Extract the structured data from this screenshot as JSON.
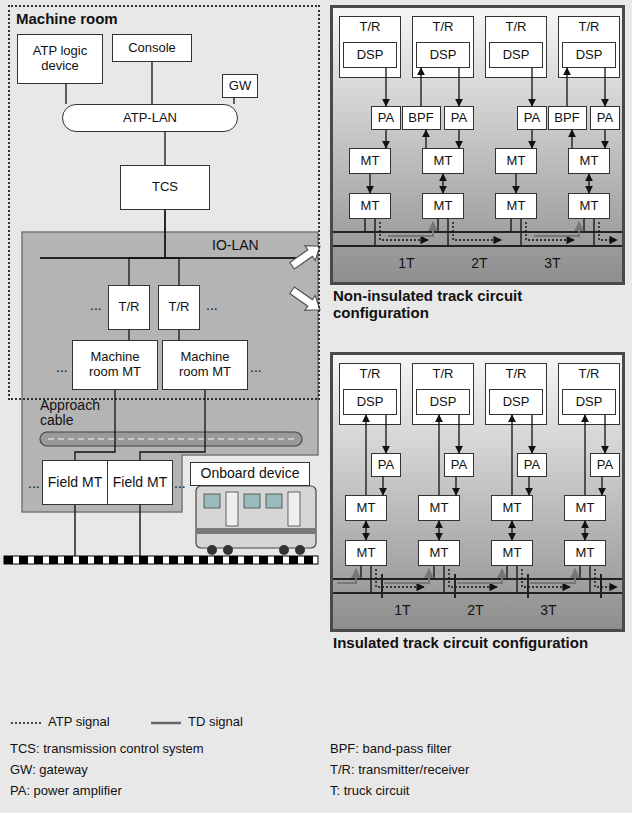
{
  "diagram": {
    "nodes": [
      {
        "text": [
          "Machine room"
        ]
      },
      {
        "text": [
          "ATP logic device"
        ],
        "in": 0
      },
      {
        "text": [
          "Console"
        ],
        "in": 0
      },
      {
        "text": [
          "GW"
        ],
        "in": 0
      },
      {
        "text": [
          "ATP-LAN"
        ],
        "in": 0
      },
      {
        "text": [
          "TCS"
        ],
        "in": 0
      },
      {
        "text": [
          "T/R"
        ],
        "in": 0
      },
      {
        "text": [
          "T/R"
        ],
        "in": 0
      },
      {
        "text": [
          "Machine room MT"
        ],
        "in": 0
      },
      {
        "text": [
          "Machine room MT"
        ],
        "in": 0
      },
      {
        "text": [
          "Field MT"
        ]
      },
      {
        "text": [
          "Field MT"
        ]
      },
      {
        "text": [
          "Onboard device"
        ]
      },
      {
        "text": [
          "Non-insulated track circuit configuration"
        ]
      },
      {
        "text": [
          "T/R"
        ],
        "in": 13
      },
      {
        "text": [
          "DSP"
        ],
        "in": 14
      },
      {
        "text": [
          "T/R"
        ],
        "in": 13
      },
      {
        "text": [
          "DSP"
        ],
        "in": 16
      },
      {
        "text": [
          "T/R"
        ],
        "in": 13
      },
      {
        "text": [
          "DSP"
        ],
        "in": 18
      },
      {
        "text": [
          "T/R"
        ],
        "in": 13
      },
      {
        "text": [
          "DSP"
        ],
        "in": 20
      },
      {
        "text": [
          "PA"
        ],
        "in": 13
      },
      {
        "text": [
          "BPF"
        ],
        "in": 13
      },
      {
        "text": [
          "PA"
        ],
        "in": 13
      },
      {
        "text": [
          "PA"
        ],
        "in": 13
      },
      {
        "text": [
          "BPF"
        ],
        "in": 13
      },
      {
        "text": [
          "PA"
        ],
        "in": 13
      },
      {
        "text": [
          "MT"
        ],
        "in": 13
      },
      {
        "text": [
          "MT"
        ],
        "in": 13
      },
      {
        "text": [
          "MT"
        ],
        "in": 13
      },
      {
        "text": [
          "MT"
        ],
        "in": 13
      },
      {
        "text": [
          "MT"
        ],
        "in": 13
      },
      {
        "text": [
          "MT"
        ],
        "in": 13
      },
      {
        "text": [
          "MT"
        ],
        "in": 13
      },
      {
        "text": [
          "MT"
        ],
        "in": 13
      },
      {
        "text": [
          "Insulated track circuit configuration"
        ]
      },
      {
        "text": [
          "T/R"
        ],
        "in": 36
      },
      {
        "text": [
          "DSP"
        ],
        "in": 37
      },
      {
        "text": [
          "T/R"
        ],
        "in": 36
      },
      {
        "text": [
          "DSP"
        ],
        "in": 39
      },
      {
        "text": [
          "T/R"
        ],
        "in": 36
      },
      {
        "text": [
          "DSP"
        ],
        "in": 41
      },
      {
        "text": [
          "T/R"
        ],
        "in": 36
      },
      {
        "text": [
          "DSP"
        ],
        "in": 43
      },
      {
        "text": [
          "PA"
        ],
        "in": 36
      },
      {
        "text": [
          "PA"
        ],
        "in": 36
      },
      {
        "text": [
          "PA"
        ],
        "in": 36
      },
      {
        "text": [
          "PA"
        ],
        "in": 36
      },
      {
        "text": [
          "MT"
        ],
        "in": 36
      },
      {
        "text": [
          "MT"
        ],
        "in": 36
      },
      {
        "text": [
          "MT"
        ],
        "in": 36
      },
      {
        "text": [
          "MT"
        ],
        "in": 36
      },
      {
        "text": [
          "MT"
        ],
        "in": 36
      },
      {
        "text": [
          "MT"
        ],
        "in": 36
      },
      {
        "text": [
          "MT"
        ],
        "in": 36
      },
      {
        "text": [
          "MT"
        ],
        "in": 36
      }
    ],
    "edges": [
      {
        "from": 1,
        "to": 4,
        "arrow": "none"
      },
      {
        "from": 2,
        "to": 4,
        "arrow": "none"
      },
      {
        "from": 3,
        "to": 4,
        "arrow": "none"
      },
      {
        "from": 4,
        "to": 5,
        "arrow": "none"
      },
      {
        "from": 5,
        "to": 6,
        "arrow": "none"
      },
      {
        "from": 5,
        "to": 7,
        "arrow": "none"
      },
      {
        "from": 6,
        "to": 8,
        "arrow": "none"
      },
      {
        "from": 7,
        "to": 9,
        "arrow": "none"
      },
      {
        "from": 8,
        "to": 10,
        "arrow": "none"
      },
      {
        "from": 9,
        "to": 11,
        "arrow": "none"
      },
      {
        "from": 15,
        "to": 22,
        "arrow": "to"
      },
      {
        "from": 17,
        "to": 24,
        "arrow": "to"
      },
      {
        "from": 19,
        "to": 25,
        "arrow": "to"
      },
      {
        "from": 21,
        "to": 27,
        "arrow": "to"
      },
      {
        "from": 22,
        "to": 28,
        "arrow": "to"
      },
      {
        "from": 24,
        "to": 29,
        "arrow": "to"
      },
      {
        "from": 25,
        "to": 30,
        "arrow": "to"
      },
      {
        "from": 27,
        "to": 31,
        "arrow": "to"
      },
      {
        "from": 29,
        "to": 23,
        "arrow": "to"
      },
      {
        "from": 31,
        "to": 26,
        "arrow": "to"
      },
      {
        "from": 23,
        "to": 17,
        "arrow": "to"
      },
      {
        "from": 26,
        "to": 21,
        "arrow": "to"
      },
      {
        "from": 28,
        "to": 32,
        "arrow": "to"
      },
      {
        "from": 29,
        "to": 33,
        "arrow": "both"
      },
      {
        "from": 30,
        "to": 34,
        "arrow": "to"
      },
      {
        "from": 31,
        "to": 35,
        "arrow": "both"
      },
      {
        "from": 38,
        "to": 45,
        "arrow": "to"
      },
      {
        "from": 40,
        "to": 46,
        "arrow": "to"
      },
      {
        "from": 42,
        "to": 47,
        "arrow": "to"
      },
      {
        "from": 44,
        "to": 48,
        "arrow": "to"
      },
      {
        "from": 45,
        "to": 49,
        "arrow": "to"
      },
      {
        "from": 46,
        "to": 50,
        "arrow": "to"
      },
      {
        "from": 47,
        "to": 51,
        "arrow": "to"
      },
      {
        "from": 48,
        "to": 52,
        "arrow": "to"
      },
      {
        "from": 49,
        "to": 38,
        "arrow": "to"
      },
      {
        "from": 50,
        "to": 40,
        "arrow": "to"
      },
      {
        "from": 51,
        "to": 42,
        "arrow": "to"
      },
      {
        "from": 52,
        "to": 44,
        "arrow": "to"
      },
      {
        "from": 49,
        "to": 53,
        "arrow": "both"
      },
      {
        "from": 50,
        "to": 54,
        "arrow": "both"
      },
      {
        "from": 51,
        "to": 55,
        "arrow": "both"
      },
      {
        "from": 52,
        "to": 56,
        "arrow": "both"
      }
    ],
    "labels": [
      "IO-LAN",
      "...",
      "...",
      "...",
      "...",
      "Approach cable",
      "...",
      "...",
      "1T",
      "2T",
      "3T",
      "1T",
      "2T",
      "3T",
      "TCS: transmission control system",
      "BPF: band-pass filter",
      "GW: gateway",
      "T/R: transmitter/receiver",
      "PA: power amplifier",
      "T: truck circuit"
    ],
    "legend": [
      {
        "text": "ATP signal"
      },
      {
        "text": "TD signal"
      }
    ]
  }
}
